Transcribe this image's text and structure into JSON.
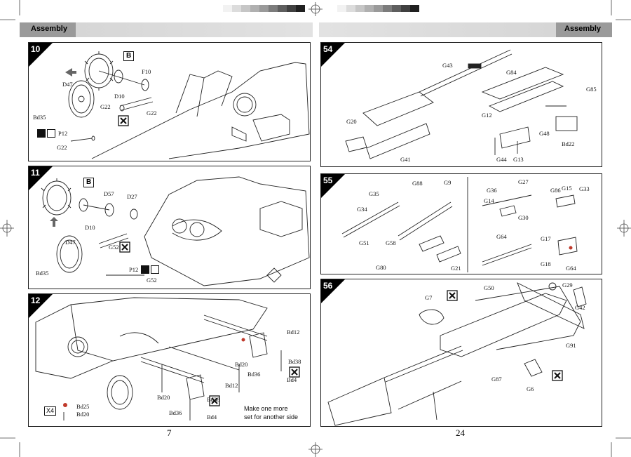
{
  "header": {
    "left_label": "Assembly",
    "right_label": "Assembly"
  },
  "colors": {
    "band_dark": "#9a9a9a",
    "band_light": "#e2e2e2",
    "badge": "#000000",
    "highlight_red": "#c0392b"
  },
  "steps": {
    "s10": {
      "number": "10",
      "letter": "B",
      "parts": [
        "D47",
        "Bd35",
        "F10",
        "D10",
        "G22",
        "G22",
        "P12",
        "G22"
      ]
    },
    "s11": {
      "number": "11",
      "letter": "B",
      "parts": [
        "D57",
        "D27",
        "D10",
        "D47",
        "Bd35",
        "G52",
        "P12",
        "G52"
      ]
    },
    "s12": {
      "number": "12",
      "parts": [
        "Bd12",
        "Bd20",
        "Bd36",
        "Bd38",
        "Bd4",
        "Bd12",
        "Bd20",
        "Bd36",
        "Bd38",
        "Bd4",
        "Bd25",
        "Bd20"
      ],
      "multiplier": "X4",
      "note_line1": "Make one more",
      "note_line2": "set for another side"
    },
    "s54": {
      "number": "54",
      "parts": [
        "G43",
        "G84",
        "G85",
        "G20",
        "G12",
        "G48",
        "Bd22",
        "G41",
        "G44",
        "G13"
      ]
    },
    "s55": {
      "number": "55",
      "parts": [
        "G35",
        "G88",
        "G9",
        "G34",
        "G51",
        "G58",
        "G80",
        "G21",
        "G36",
        "G27",
        "G14",
        "G86",
        "G15",
        "G33",
        "G30",
        "G64",
        "G17",
        "G18",
        "G64"
      ]
    },
    "s56": {
      "number": "56",
      "parts": [
        "G7",
        "G50",
        "G29",
        "G42",
        "G91",
        "G87",
        "G6"
      ]
    }
  },
  "page_numbers": {
    "left": "7",
    "right": "24"
  }
}
